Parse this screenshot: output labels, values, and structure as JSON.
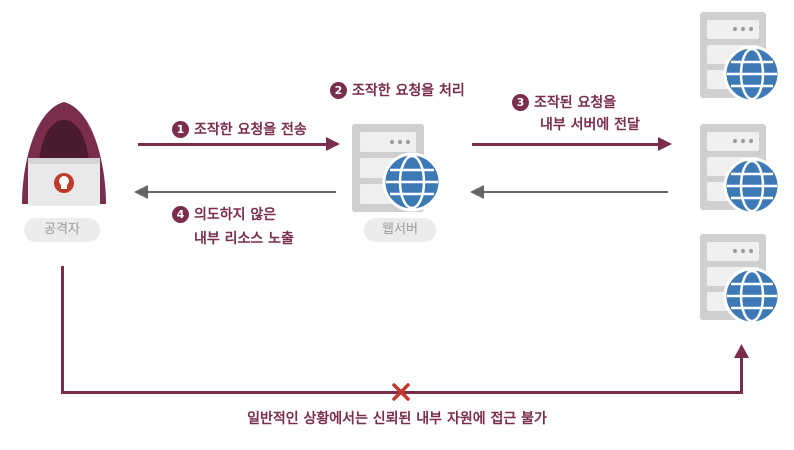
{
  "attacker": {
    "label": "공격자"
  },
  "webserver": {
    "label": "웹서버"
  },
  "steps": [
    {
      "num": "1",
      "text": "조작한 요청을 전송"
    },
    {
      "num": "2",
      "text": "조작한 요청을 처리"
    },
    {
      "num": "3",
      "line1": "조작된 요청을",
      "line2": "내부 서버에 전달"
    },
    {
      "num": "4",
      "line1": "의도하지 않은",
      "line2": "내부 리소스 노출"
    }
  ],
  "bottom_text": "일반적인 상황에서는 신뢰된 내부 자원에 접근 불가",
  "colors": {
    "accent": "#7a2d4d",
    "gray": "#666666",
    "globe": "#3d7ab5"
  }
}
